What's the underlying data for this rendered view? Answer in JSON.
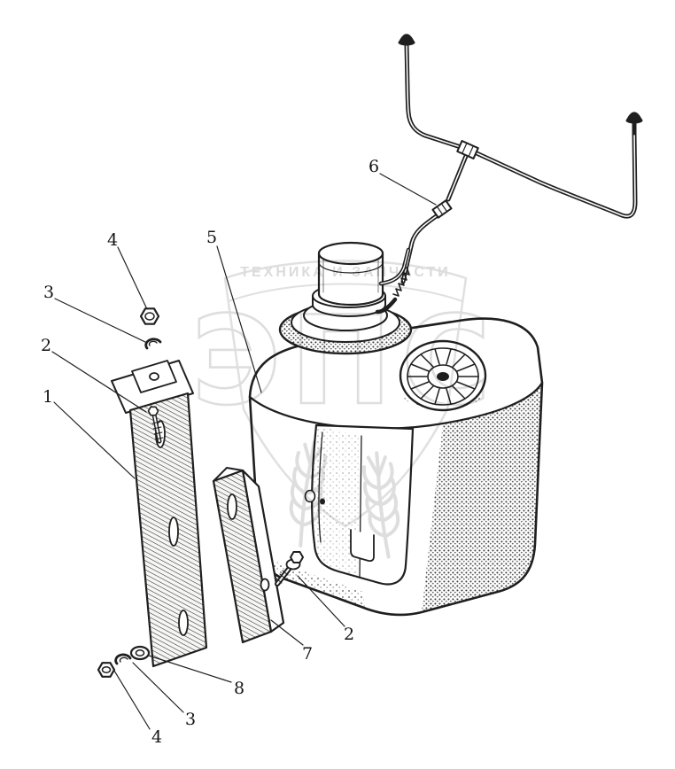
{
  "figure": {
    "ink_color": "#1f1f1f",
    "watermark_color": "#c2c2c2"
  },
  "watermark": {
    "banner_text": "ТЕХНИКА И ЗАПЧАСТИ",
    "logo_text": "ЭПС"
  },
  "callouts": [
    {
      "label": "4"
    },
    {
      "label": "3"
    },
    {
      "label": "2"
    },
    {
      "label": "1"
    },
    {
      "label": "5"
    },
    {
      "label": "6"
    },
    {
      "label": "2"
    },
    {
      "label": "7"
    },
    {
      "label": "8"
    },
    {
      "label": "3"
    },
    {
      "label": "4"
    }
  ]
}
